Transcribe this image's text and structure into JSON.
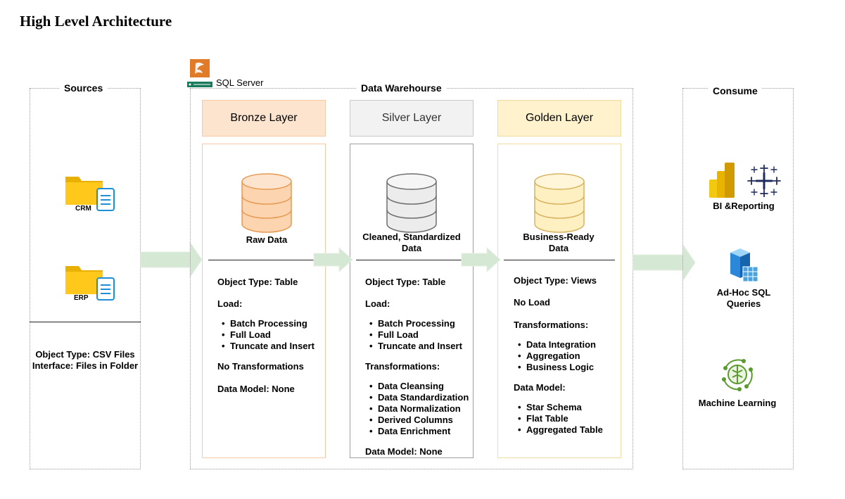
{
  "title": "High Level Architecture",
  "sources": {
    "title": "Sources",
    "items": [
      "CRM",
      "ERP"
    ],
    "object_type": "Object Type: CSV Files",
    "interface": "Interface: Files in Folder"
  },
  "warehouse": {
    "title": "Data Warehourse",
    "server": "SQL Server",
    "colors": {
      "bronze": "#fce4cf",
      "silver": "#f2f2f2",
      "golden": "#fff2cc"
    },
    "layers": {
      "bronze": {
        "name": "Bronze Layer",
        "caption": "Raw Data",
        "object_type": "Object Type: Table",
        "load_label": "Load:",
        "load_items": [
          "Batch Processing",
          "Full Load",
          "Truncate and Insert"
        ],
        "transform_label": "No Transformations",
        "model": "Data Model: None"
      },
      "silver": {
        "name": "Silver Layer",
        "caption": "Cleaned, Standardized Data",
        "object_type": "Object Type: Table",
        "load_label": "Load:",
        "load_items": [
          "Batch Processing",
          "Full Load",
          "Truncate and Insert"
        ],
        "transform_label": "Transformations:",
        "transform_items": [
          "Data Cleansing",
          "Data Standardization",
          "Data Normalization",
          "Derived Columns",
          "Data Enrichment"
        ],
        "model": "Data Model: None"
      },
      "golden": {
        "name": "Golden Layer",
        "caption": "Business-Ready Data",
        "object_type": "Object Type: Views",
        "load_label": "No Load",
        "transform_label": "Transformations:",
        "transform_items": [
          "Data Integration",
          "Aggregation",
          "Business Logic"
        ],
        "model_label": "Data Model:",
        "model_items": [
          "Star Schema",
          "Flat Table",
          "Aggregated Table"
        ]
      }
    }
  },
  "consume": {
    "title": "Consume",
    "items": [
      "BI &Reporting",
      "Ad-Hoc SQL Queries",
      "Machine Learning"
    ]
  }
}
